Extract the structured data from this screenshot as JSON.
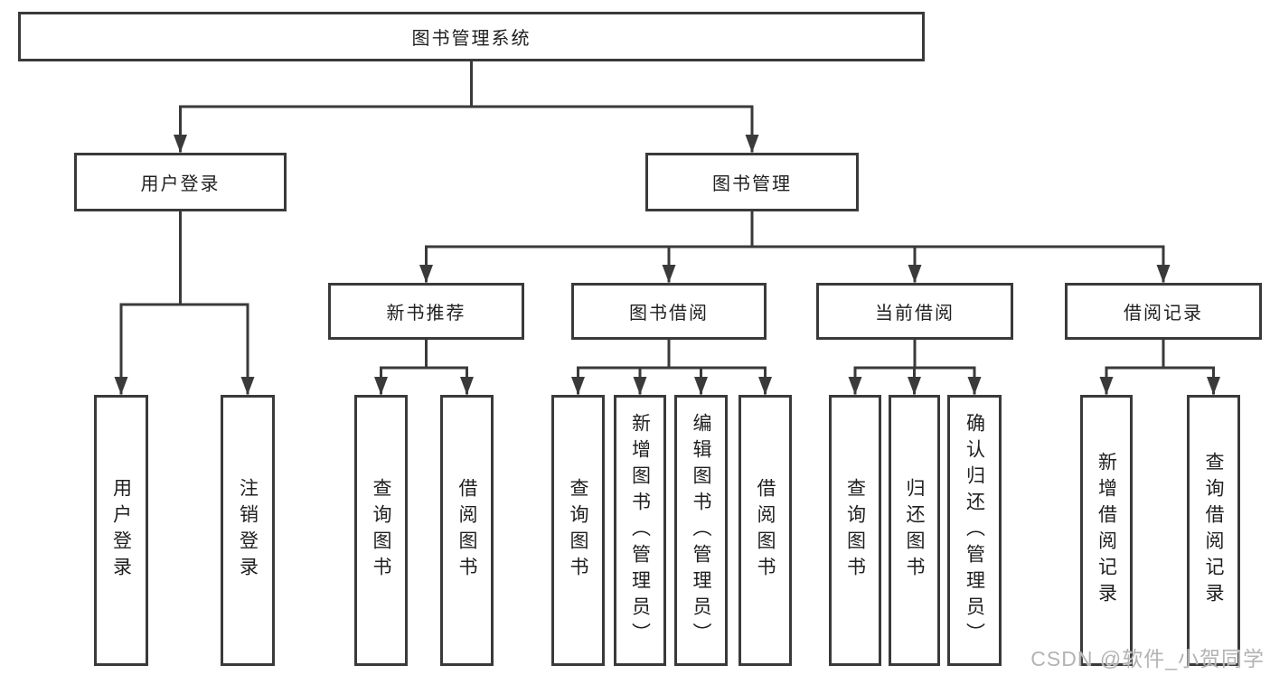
{
  "tree": {
    "label": "图书管理系统",
    "children": [
      {
        "label": "用户登录",
        "children": [
          {
            "label": "用户登录"
          },
          {
            "label": "注销登录"
          }
        ]
      },
      {
        "label": "图书管理",
        "children": [
          {
            "label": "新书推荐",
            "children": [
              {
                "label": "查询图书"
              },
              {
                "label": "借阅图书"
              }
            ]
          },
          {
            "label": "图书借阅",
            "children": [
              {
                "label": "查询图书"
              },
              {
                "label": "新增图书（管理员）"
              },
              {
                "label": "编辑图书（管理员）"
              },
              {
                "label": "借阅图书"
              }
            ]
          },
          {
            "label": "当前借阅",
            "children": [
              {
                "label": "查询图书"
              },
              {
                "label": "归还图书"
              },
              {
                "label": "确认归还（管理员）"
              }
            ]
          },
          {
            "label": "借阅记录",
            "children": [
              {
                "label": "新增借阅记录"
              },
              {
                "label": "查询借阅记录"
              }
            ]
          }
        ]
      }
    ]
  },
  "watermark": {
    "text": "CSDN @软件_小贺同学"
  },
  "colors": {
    "line": "#3a3a3a",
    "box_border": "#3a3a3a",
    "box_background": "#ffffff",
    "text": "#1f1f1f",
    "watermark_text": "#b3b3b3",
    "page_background": "#ffffff"
  }
}
